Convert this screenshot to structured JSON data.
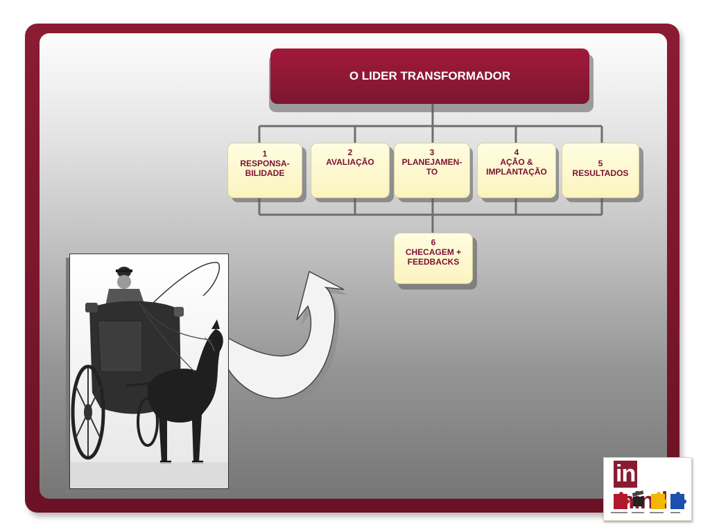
{
  "diagram": {
    "title": "O LIDER TRANSFORMADOR",
    "nodes": [
      {
        "num": "1",
        "line1": "RESPONSA-",
        "line2": "BILIDADE"
      },
      {
        "num": "2",
        "line1": "AVALIAÇÃO",
        "line2": ""
      },
      {
        "num": "3",
        "line1": "PLANEJAMEN-",
        "line2": "TO"
      },
      {
        "num": "4",
        "line1": "AÇÃO &",
        "line2": "IMPLANTAÇÃO"
      },
      {
        "num": "5",
        "line1": "RESULTADOS",
        "line2": ""
      },
      {
        "num": "6",
        "line1": "CHECAGEM +",
        "line2": "FEEDBACKS"
      }
    ]
  },
  "logo": {
    "text": "inmind",
    "items": [
      "red-puzzle-icon",
      "clapper-icon",
      "yellow-puzzle-icon",
      "blue-puzzle-icon"
    ]
  },
  "colors": {
    "frame": "#8a1c32",
    "title_bg": "#a2193a",
    "node_bg": "#fff9d2",
    "node_text": "#7a1030"
  }
}
